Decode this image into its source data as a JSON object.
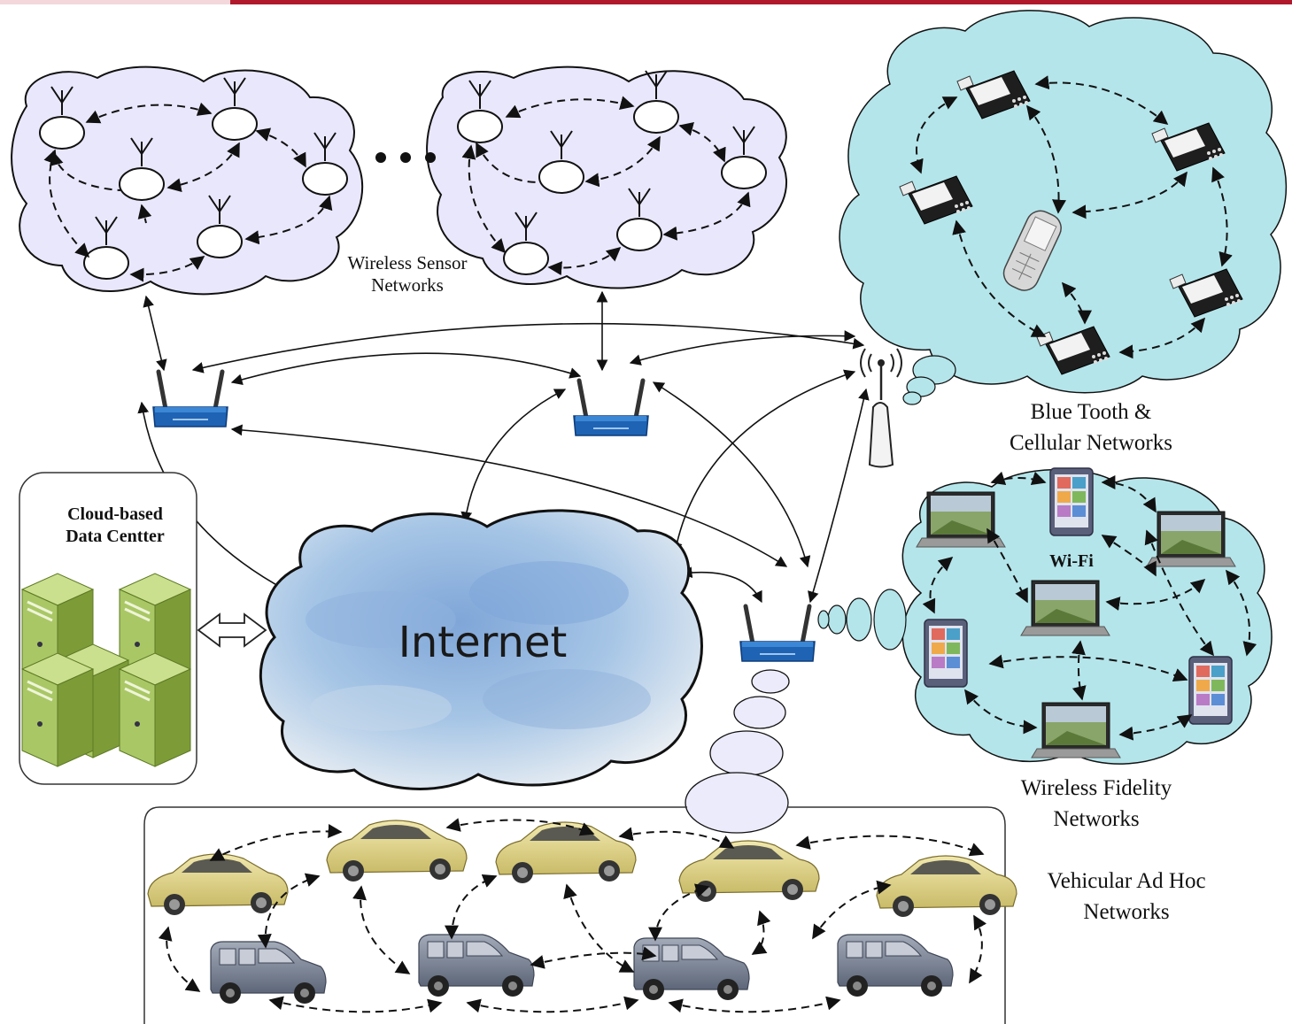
{
  "labels": {
    "wsn": [
      "Wireless Sensor",
      "Networks"
    ],
    "bluetooth": [
      "Blue Tooth &",
      "Cellular Networks"
    ],
    "cloud_dc": [
      "Cloud-based",
      "Data Centter"
    ],
    "internet": "Internet",
    "wifi_tag": "Wi-Fi",
    "wifi": [
      "Wireless Fidelity",
      "Networks"
    ],
    "vanet": [
      "Vehicular Ad Hoc",
      "Networks"
    ]
  },
  "icons": {
    "sensor": "sensor-node-icon",
    "router": "wireless-router-icon",
    "tower": "cell-tower-icon",
    "phone": "cell-phone-icon",
    "laptop": "laptop-icon",
    "tablet": "tablet-icon",
    "server": "server-icon",
    "car": "car-icon",
    "van": "van-icon"
  },
  "colors": {
    "top_bar": "#b0182b",
    "sensor_cloud": "#e9e7fb",
    "bt_cloud": "#b4e5ea",
    "wifi_cloud": "#b4e5ea",
    "internet_cloud": "#a9c9e6",
    "router": "#1f63b4",
    "server": "#9dbd5a",
    "car": "#e8dc8c",
    "van": "#7f8a9c"
  }
}
